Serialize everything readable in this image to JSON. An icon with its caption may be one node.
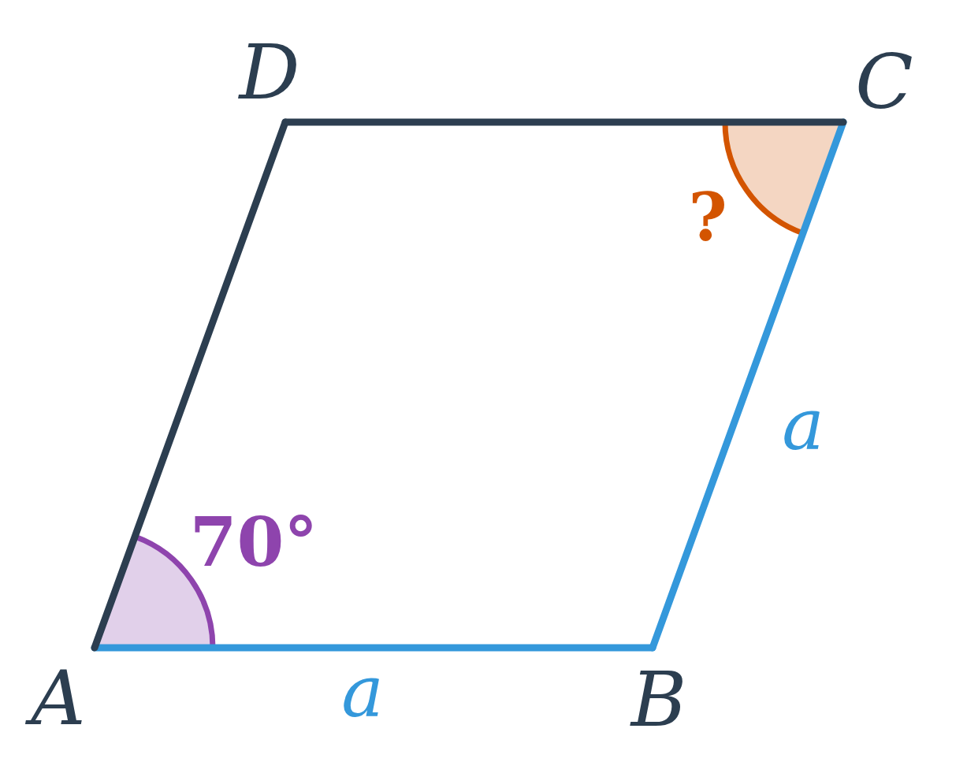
{
  "diagram": {
    "nodes": [
      {
        "text": [
          "D"
        ]
      },
      {
        "text": [
          "C"
        ]
      },
      {
        "text": [
          "A"
        ]
      },
      {
        "text": [
          "B"
        ]
      }
    ],
    "edges": [
      {
        "from": 2,
        "to": 3,
        "arrow": "none",
        "label": "a",
        "color": "#3498db"
      },
      {
        "from": 3,
        "to": 1,
        "arrow": "none",
        "label": "a",
        "color": "#3498db"
      },
      {
        "from": 1,
        "to": 0,
        "arrow": "none",
        "color": "#2c3e50"
      },
      {
        "from": 0,
        "to": 2,
        "arrow": "none",
        "color": "#2c3e50"
      }
    ],
    "labels": [
      "?",
      "70°"
    ]
  }
}
